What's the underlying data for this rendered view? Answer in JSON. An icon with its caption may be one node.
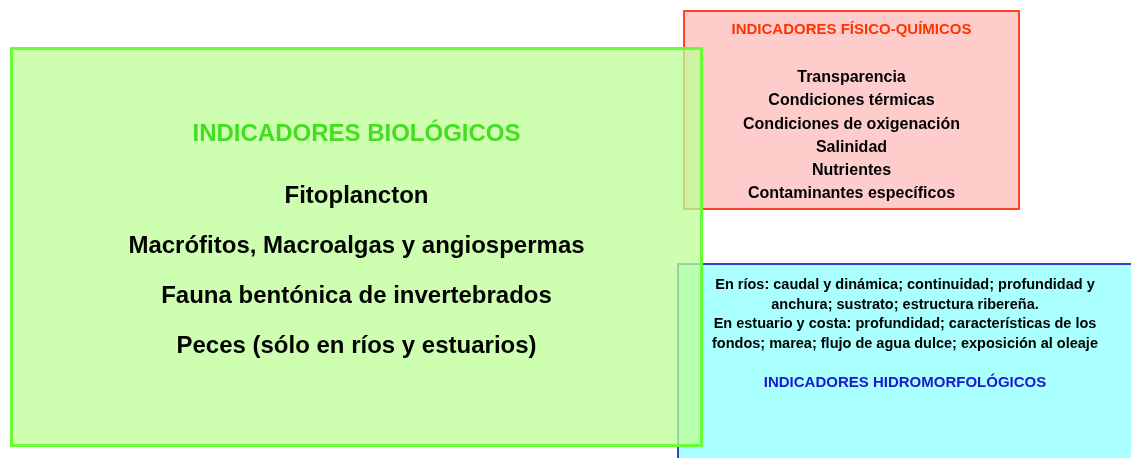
{
  "diagram": {
    "nodes": [
      {
        "text": [
          "INDICADORES BIOLÓGICOS",
          "Fitoplancton",
          "Macrófitos, Macroalgas y angiospermas",
          "Fauna bentónica de invertebrados",
          "Peces (sólo en ríos y estuarios)"
        ]
      },
      {
        "text": [
          "INDICADORES FÍSICO-QUÍMICOS",
          "Transparencia",
          "Condiciones térmicas",
          "Condiciones de oxigenación",
          "Salinidad",
          "Nutrientes",
          "Contaminantes específicos"
        ]
      },
      {
        "text": [
          "En ríos: caudal y dinámica; continuidad; profundidad y anchura; sustrato; estructura ribereña.",
          "En estuario y costa: profundidad; características de los fondos; marea; flujo de agua dulce; exposición al oleaje",
          "INDICADORES HIDROMORFOLÓGICOS"
        ]
      }
    ]
  }
}
